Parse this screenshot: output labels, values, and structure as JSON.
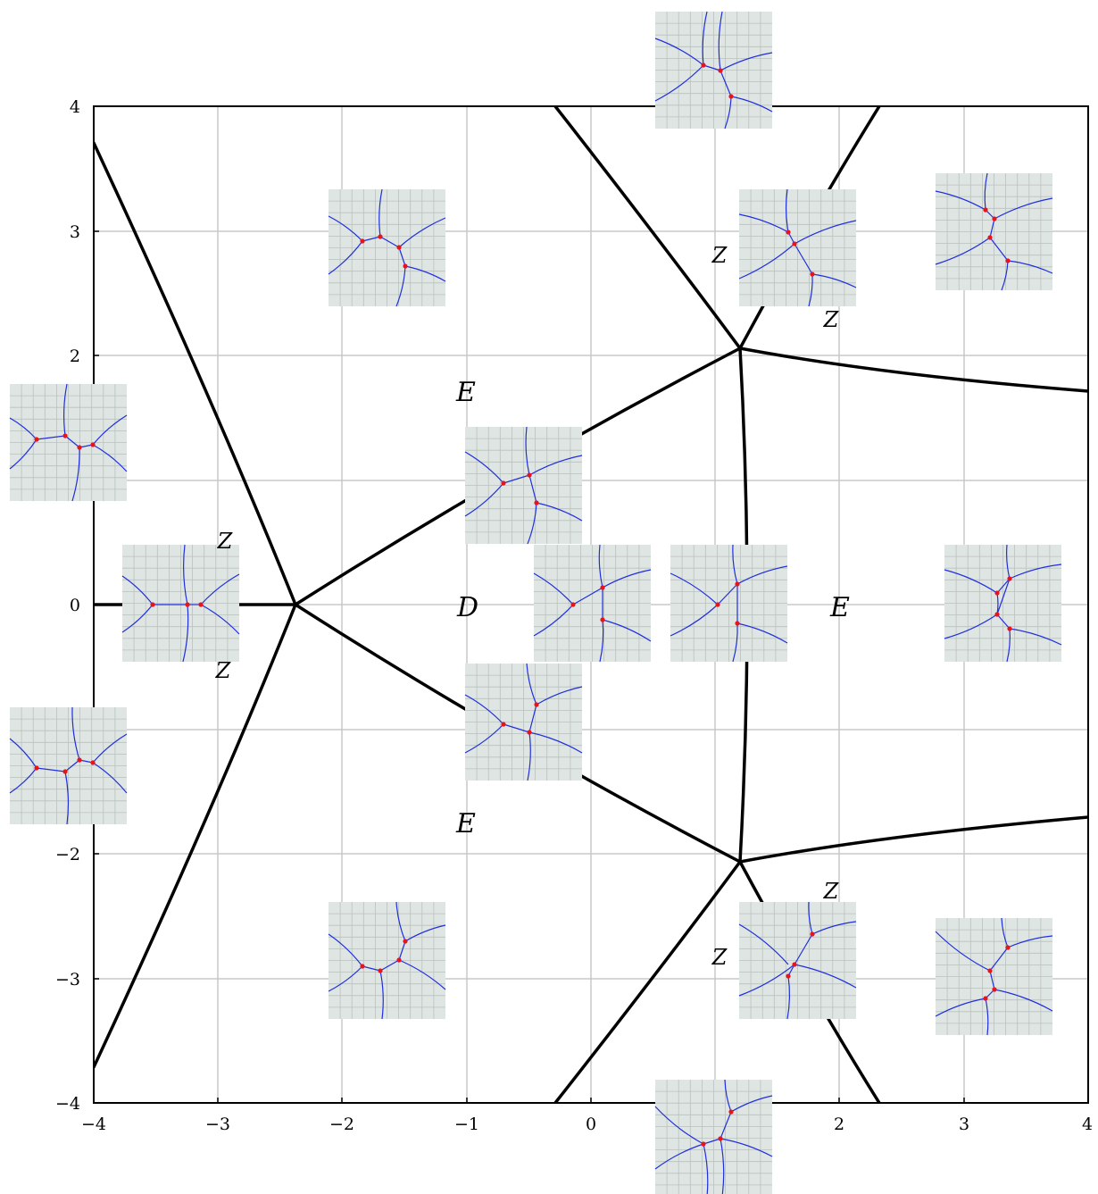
{
  "axes": {
    "x_ticks": [
      "−4",
      "−3",
      "−2",
      "−1",
      "0",
      "1",
      "2",
      "3",
      "4"
    ],
    "y_ticks": [
      "4",
      "3",
      "2",
      "",
      "0",
      "",
      "−2",
      "−3",
      "−4"
    ]
  },
  "regions": {
    "D": "D",
    "E_top": "E",
    "E_bottom": "E",
    "E_right": "E"
  },
  "z_labels": [
    "Z",
    "Z",
    "Z",
    "Z",
    "Z",
    "Z"
  ],
  "colors": {
    "boundary": "#000000",
    "grid": "#c8c8c8",
    "inset_bg": "#dfe5e2",
    "inset_curve": "#1f2fdd",
    "inset_vertex": "#e8141c"
  }
}
